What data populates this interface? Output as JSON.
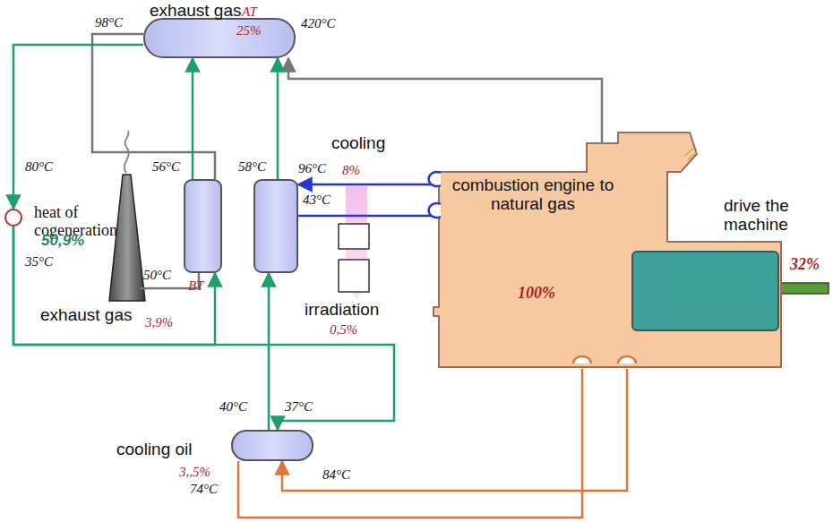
{
  "diagram": {
    "nodes": [
      {
        "text": [
          "exhaust gas",
          "AT",
          "25%"
        ]
      },
      {
        "text": [
          "heat of cogeneration",
          "50,9%"
        ]
      },
      {
        "text": [
          "BT",
          "3,9%"
        ]
      },
      {
        "text": [
          "cooling",
          "8%"
        ]
      },
      {
        "text": [
          "combustion engine to natural gas",
          "100%"
        ]
      },
      {
        "text": [
          "drive the machine",
          "32%"
        ],
        "in": 4
      },
      {
        "text": [
          "cooling oil",
          "3,,5%"
        ]
      }
    ],
    "edges": [
      {
        "from": 4,
        "to": 0,
        "arrow": "to"
      },
      {
        "from": 0,
        "to": 2,
        "arrow": "none"
      },
      {
        "from": 4,
        "to": 3,
        "arrow": "to"
      },
      {
        "from": 3,
        "to": 4,
        "arrow": "none"
      },
      {
        "from": 4,
        "to": 6,
        "arrow": "to"
      },
      {
        "from": 6,
        "to": 4,
        "arrow": "none"
      },
      {
        "from": 0,
        "to": 1,
        "arrow": "to"
      },
      {
        "from": 1,
        "to": 2,
        "arrow": "to"
      },
      {
        "from": 1,
        "to": 6,
        "arrow": "to"
      },
      {
        "from": 6,
        "to": 3,
        "arrow": "to"
      },
      {
        "from": 3,
        "to": 0,
        "arrow": "to"
      },
      {
        "from": 2,
        "to": 0,
        "arrow": "to"
      }
    ],
    "labels": [
      "98°C",
      "420°C",
      "80°C",
      "35°C",
      "56°C",
      "58°C",
      "96°C",
      "43°C",
      "50°C",
      "exhaust gas",
      "irradiation",
      "0,5%",
      "40°C",
      "37°C",
      "74°C",
      "84°C"
    ]
  }
}
